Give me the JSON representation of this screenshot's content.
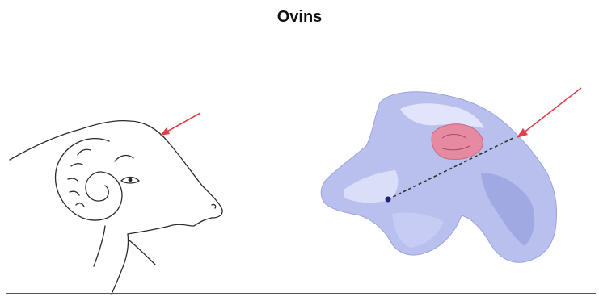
{
  "page": {
    "title": "Ovins"
  },
  "figures": [
    {
      "id": "ram-head-line-drawing",
      "icon": "ram-head-outline",
      "arrow_color": "#e0404a"
    },
    {
      "id": "sheep-skull-cross-section",
      "icon": "sheep-skull-section",
      "arrow_color": "#e0404a",
      "trajectory_color": "#333333",
      "marker_color": "#202080"
    }
  ],
  "colors": {
    "line_art": "#2a2a2a",
    "arrow": "#e0404a",
    "skull_fill": "#b9c0ee",
    "skull_light": "#e6e8fb",
    "brain": "#e58aa0",
    "rule": "#555555"
  }
}
